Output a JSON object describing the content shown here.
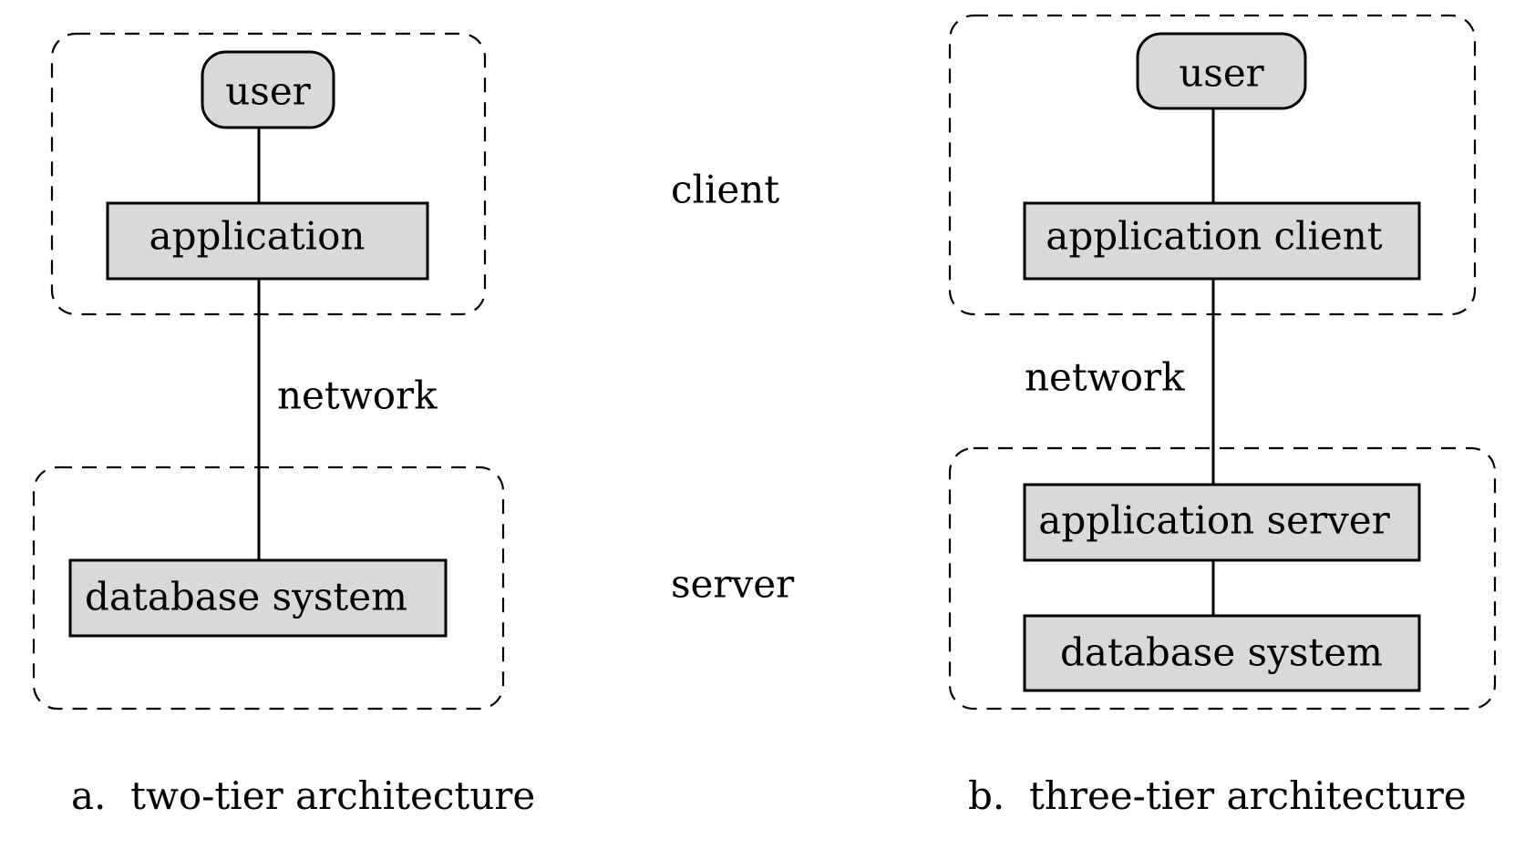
{
  "labels": {
    "client": "client",
    "server": "server"
  },
  "two_tier": {
    "caption": "a.  two-tier architecture",
    "user": "user",
    "application": "application",
    "network": "network",
    "database_system": "database system"
  },
  "three_tier": {
    "caption": "b.  three-tier architecture",
    "user": "user",
    "application_client": "application client",
    "network": "network",
    "application_server": "application server",
    "database_system": "database system"
  },
  "colors": {
    "box_fill": "#d9d9d9",
    "stroke": "#000000",
    "background": "#ffffff"
  }
}
